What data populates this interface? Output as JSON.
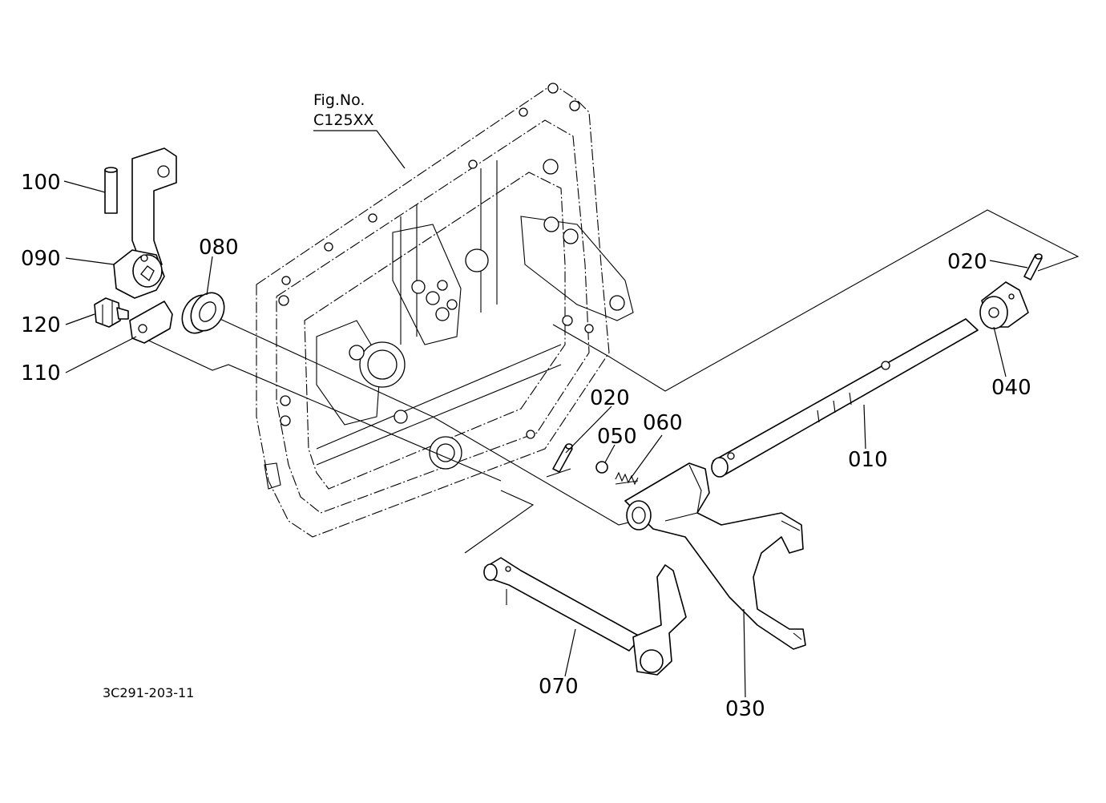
{
  "figure": {
    "ref_label": "Fig.No.",
    "ref_code": "C125XX",
    "doc_number": "3C291-203-11"
  },
  "callouts": {
    "p100": "100",
    "p090": "090",
    "p080": "080",
    "p120": "120",
    "p110": "110",
    "p020a": "020",
    "p040": "040",
    "p020b": "020",
    "p050": "050",
    "p060": "060",
    "p010": "010",
    "p070": "070",
    "p030": "030"
  }
}
